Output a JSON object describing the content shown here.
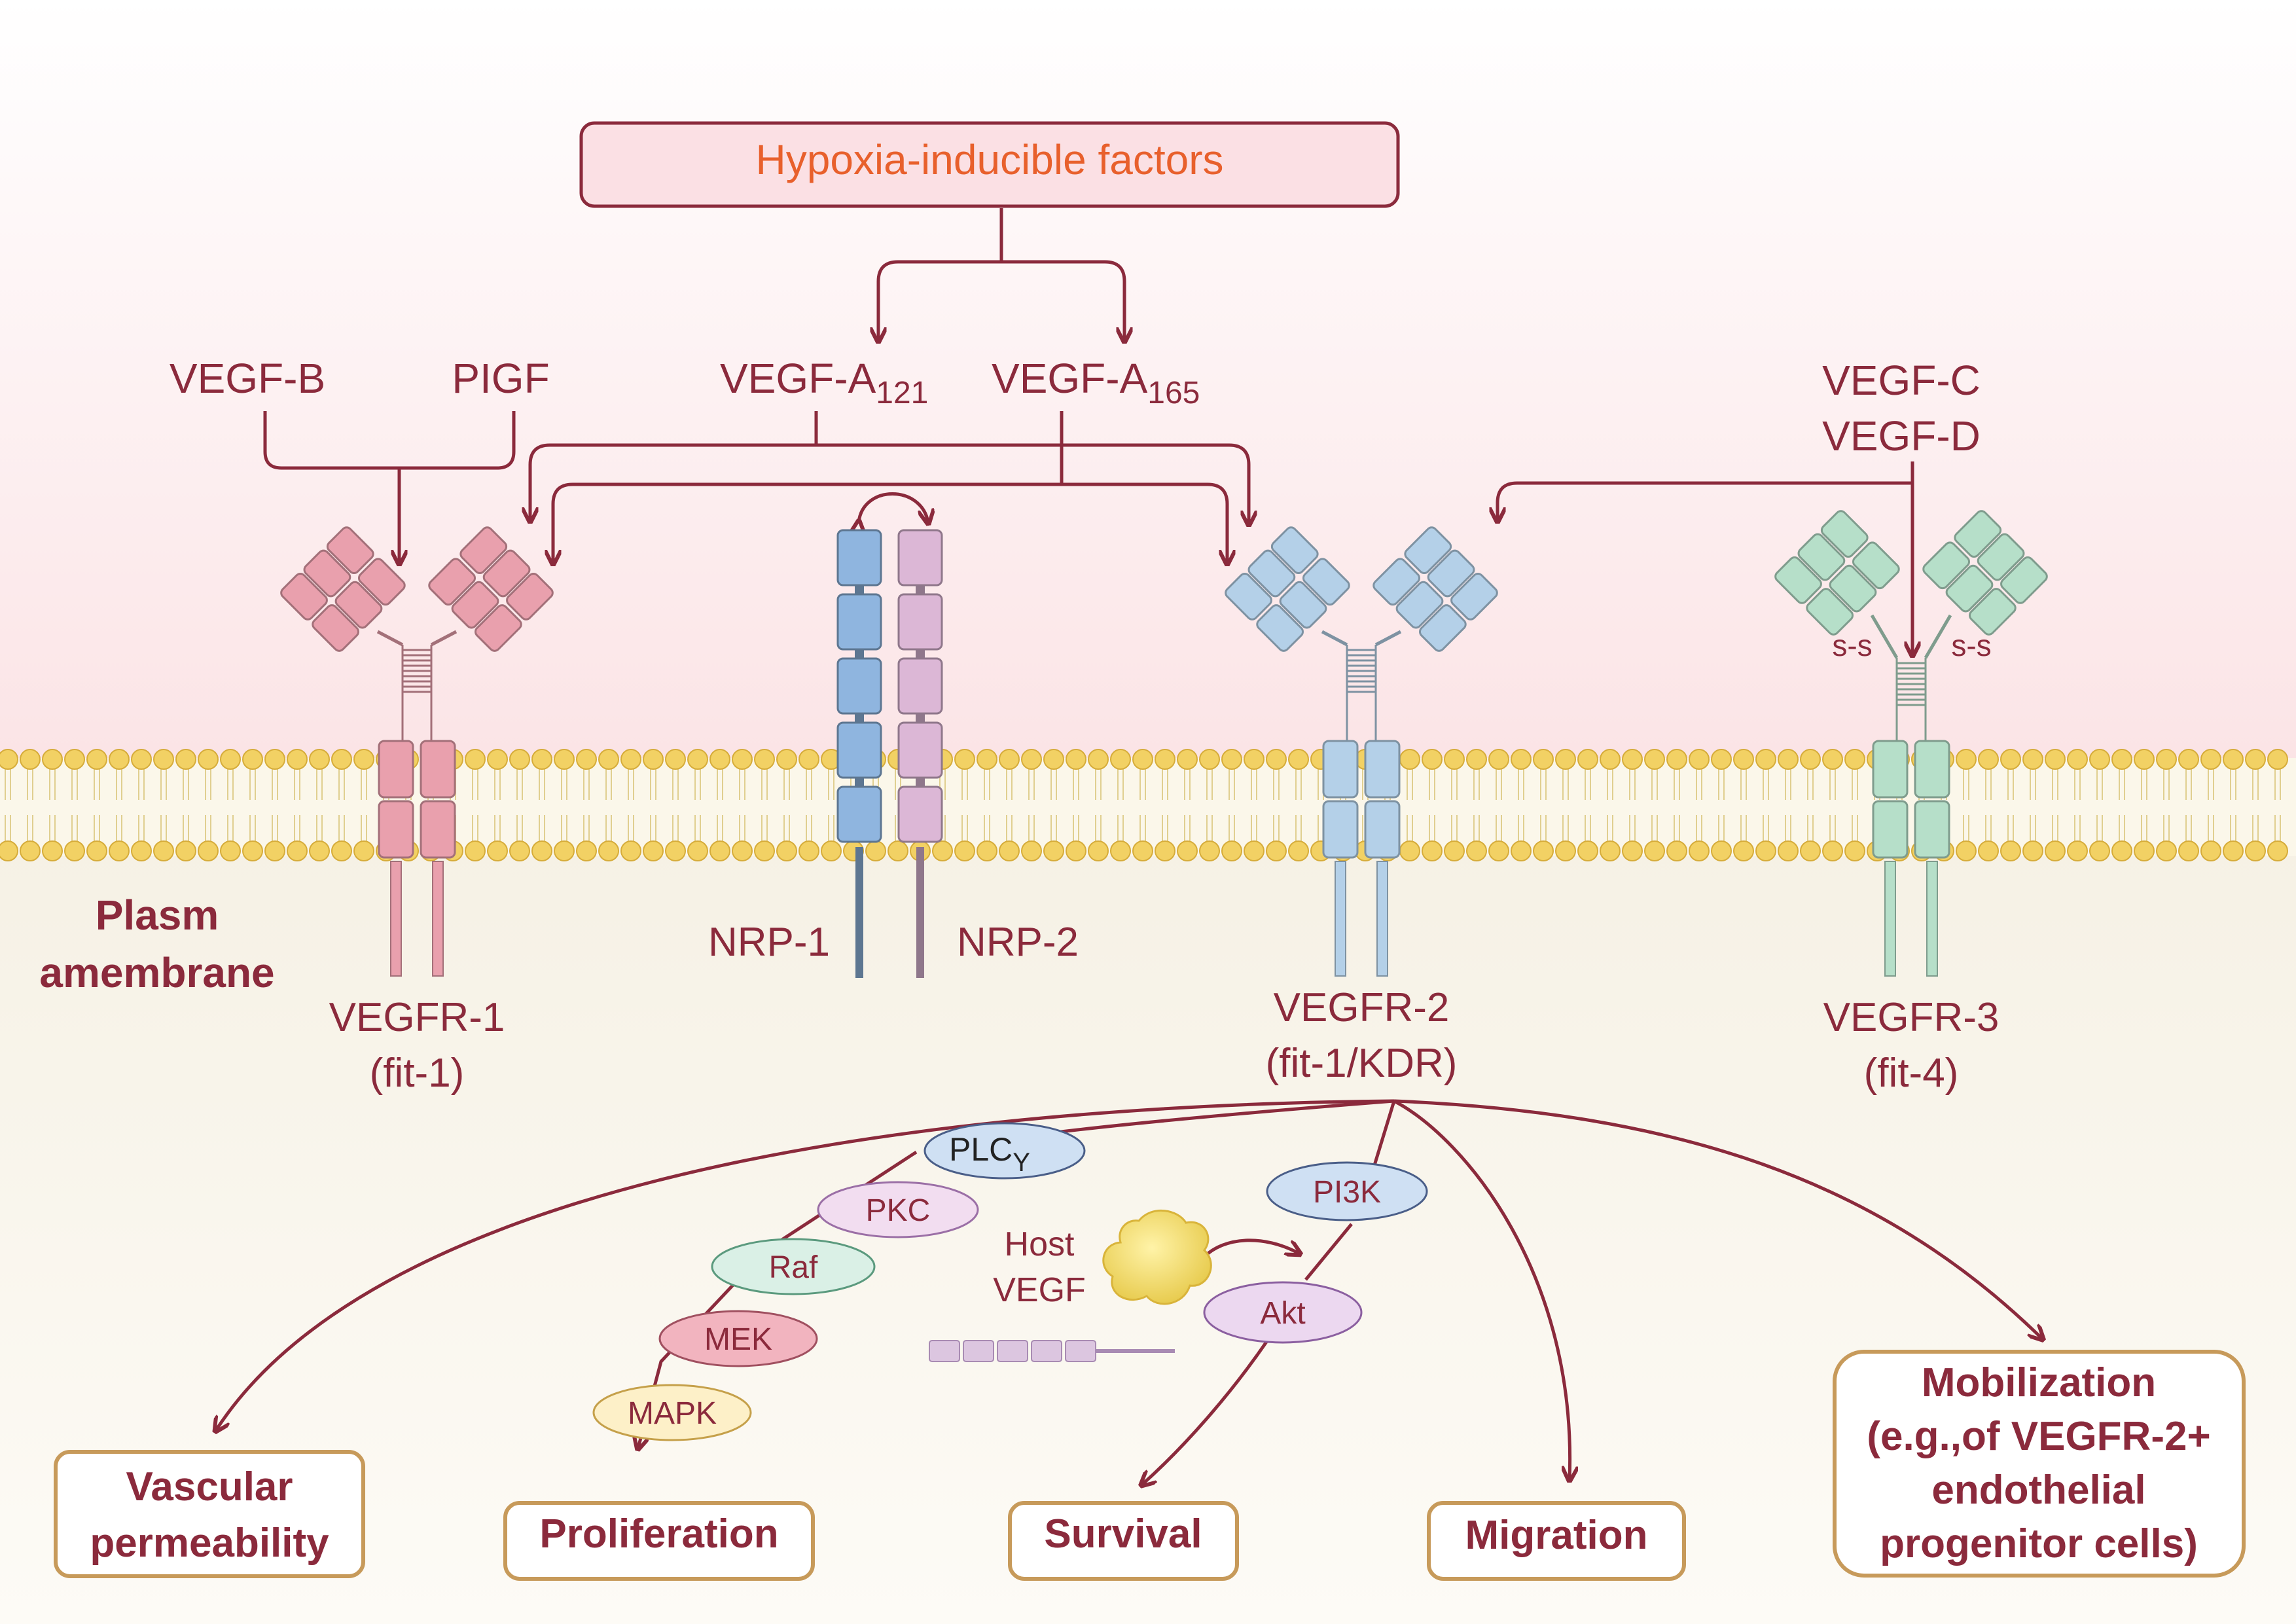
{
  "hif": {
    "label": "Hypoxia-inducible factors"
  },
  "ligands": {
    "vegf_b": "VEGF-B",
    "pigf": "PIGF",
    "vegf_a121": {
      "base": "VEGF-A",
      "sub": "121"
    },
    "vegf_a165": {
      "base": "VEGF-A",
      "sub": "165"
    },
    "vegf_c": "VEGF-C",
    "vegf_d": "VEGF-D"
  },
  "membrane_label": [
    "Plasm",
    "amembrane"
  ],
  "receptors": {
    "vegfr1": {
      "name": "VEGFR-1",
      "alias": "(fit-1)"
    },
    "nrp1": "NRP-1",
    "nrp2": "NRP-2",
    "vegfr2": {
      "name": "VEGFR-2",
      "alias": "(fit-1/KDR)"
    },
    "vegfr3": {
      "name": "VEGFR-3",
      "alias": "(fit-4)"
    },
    "disulfide": "s-s"
  },
  "signaling": {
    "plc": {
      "base": "PLC",
      "sub": "Y"
    },
    "pkc": "PKC",
    "raf": "Raf",
    "mek": "MEK",
    "mapk": "MAPK",
    "pi3k": "PI3K",
    "akt": "Akt",
    "host_vegf": [
      "Host",
      "VEGF"
    ]
  },
  "outcomes": {
    "vascular_permeability": [
      "Vascular",
      "permeability"
    ],
    "proliferation": "Proliferation",
    "survival": "Survival",
    "migration": "Migration",
    "mobilization": [
      "Mobilization",
      "(e.g.,of VEGFR-2+",
      "endothelial",
      "progenitor cells)"
    ]
  },
  "colors": {
    "dark_red": "#8b2a3c",
    "orange_text": "#e8602c",
    "vegfr1": "#e9a0ad",
    "nrp1": "#8fb5df",
    "nrp2": "#dcb7d6",
    "vegfr2": "#b4d0e8",
    "vegfr3": "#b6dfc9",
    "lipid_head": "#f2d164",
    "box_border": "#c79a5a"
  }
}
